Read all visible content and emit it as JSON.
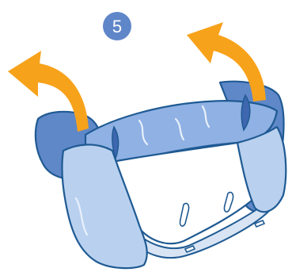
{
  "step": {
    "number": "5"
  },
  "colors": {
    "outline": "#1f5a93",
    "film_light": "#b9d1ef",
    "film_mid": "#8fb1e3",
    "film_dark": "#5f88c8",
    "film_deep": "#3e67b0",
    "tray_white": "#ffffff",
    "tray_shadow": "#d8e4f4",
    "arrow_orange": "#f7a21b",
    "badge_blue": "#5f86c8"
  },
  "icons": {
    "badge": "step-number-badge",
    "left_arrow": "curved-lift-arrow-left",
    "right_arrow": "curved-lift-arrow-right"
  }
}
